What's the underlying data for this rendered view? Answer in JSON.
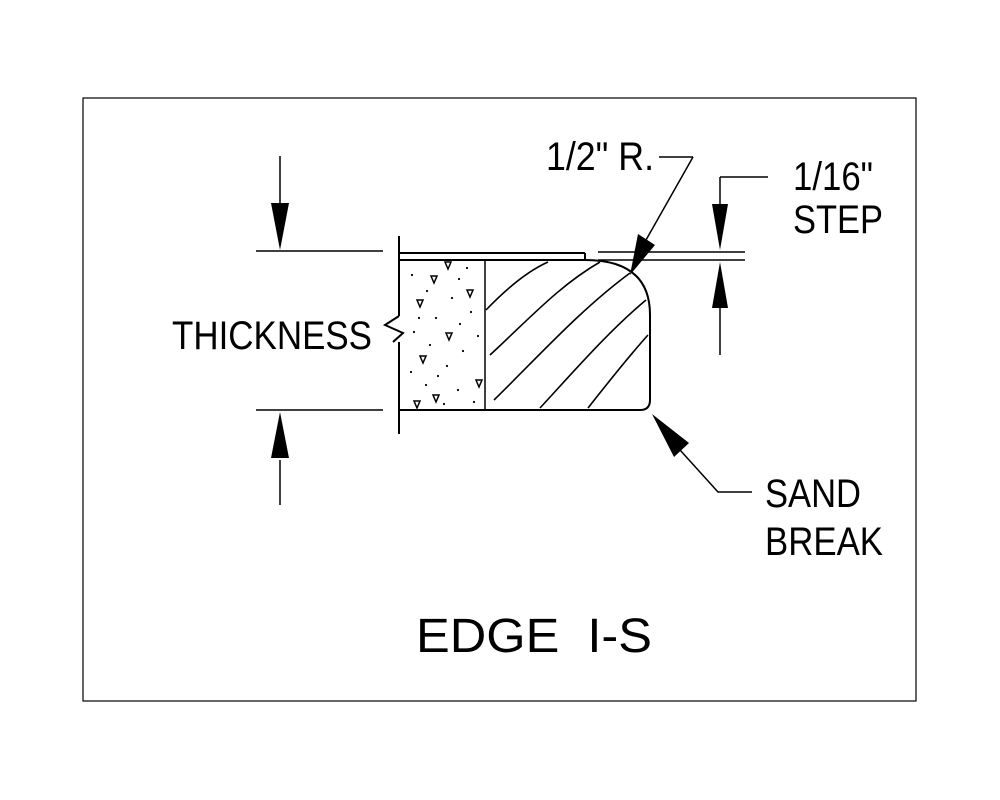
{
  "detail": {
    "title": "EDGE  I-S",
    "labels": {
      "thickness": "THICKNESS",
      "radius": "1/2\" R.",
      "step_line1": "1/16\"",
      "step_line2": "STEP",
      "sand_line1": "SAND",
      "sand_line2": "BREAK"
    }
  }
}
